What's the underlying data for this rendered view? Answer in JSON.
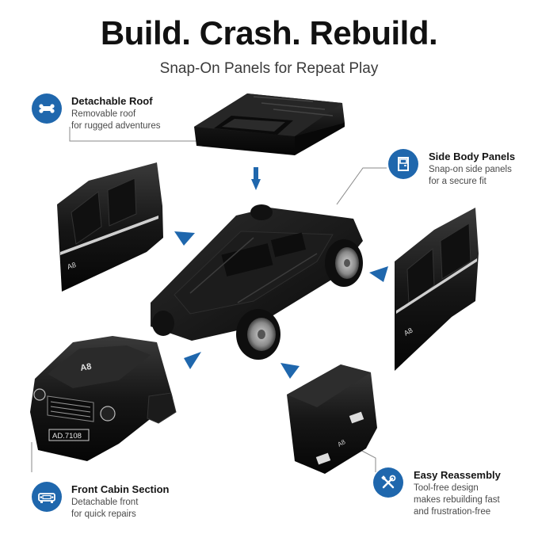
{
  "header": {
    "title": "Build. Crash. Rebuild.",
    "subtitle": "Snap-On Panels for Repeat Play"
  },
  "features": {
    "roof": {
      "title": "Detachable Roof",
      "line1": "Removable roof",
      "line2": "for rugged adventures",
      "icon": "roof-icon"
    },
    "side": {
      "title": "Side Body Panels",
      "line1": "Snap-on side panels",
      "line2": "for a secure fit",
      "icon": "door-panel-icon"
    },
    "front": {
      "title": "Front Cabin Section",
      "line1": "Detachable front",
      "line2": "for quick repairs",
      "icon": "car-front-icon"
    },
    "reassembly": {
      "title": "Easy Reassembly",
      "line1": "Tool-free design",
      "line2": "makes rebuilding fast",
      "line3": "and frustration-free",
      "icon": "tools-icon"
    }
  },
  "parts": {
    "door_badge": "A8",
    "hood_badge": "A8",
    "plate": "AD.7108",
    "rear_badge": "A8"
  },
  "colors": {
    "accent": "#1f67ad",
    "body": "#141414"
  }
}
